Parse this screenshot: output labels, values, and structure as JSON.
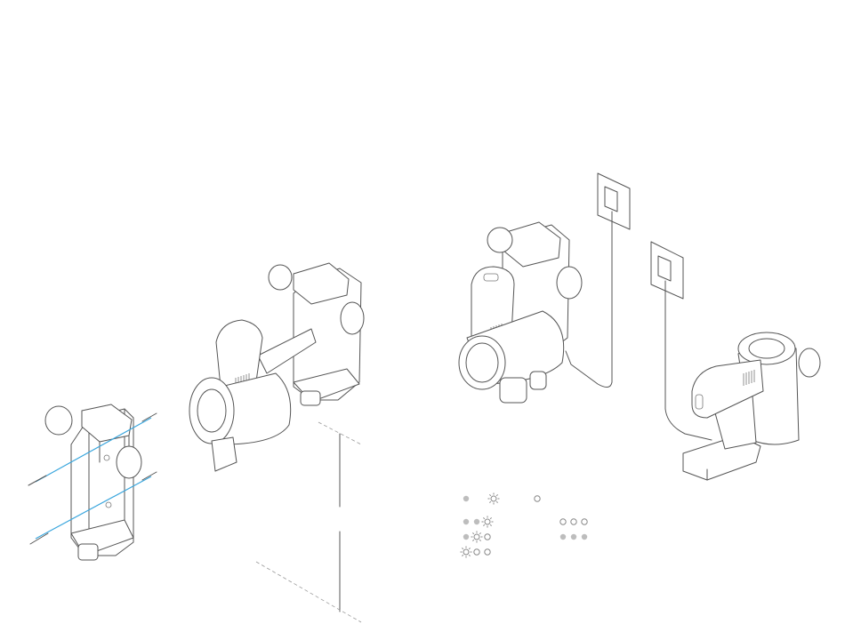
{
  "colors": {
    "line": "#555555",
    "screw_axis": "#3aa6dd",
    "led_on": "#bdbdbd",
    "led_off_stroke": "#888888",
    "background": "#ffffff"
  },
  "icons": [
    "wall-bracket-icon",
    "screw-icon",
    "vacuum-icon",
    "wall-socket-icon",
    "charger-plug-icon",
    "led-sun-icon"
  ],
  "led_indicators": {
    "single_row": [
      "on",
      "blink",
      "",
      "off"
    ],
    "charging_sequence": [
      [
        "on",
        "on",
        "blink"
      ],
      [
        "on",
        "blink",
        "off"
      ],
      [
        "blink",
        "off",
        "off"
      ]
    ],
    "complete_states": [
      [
        "off",
        "off",
        "off"
      ],
      [
        "on",
        "on",
        "on"
      ]
    ]
  }
}
